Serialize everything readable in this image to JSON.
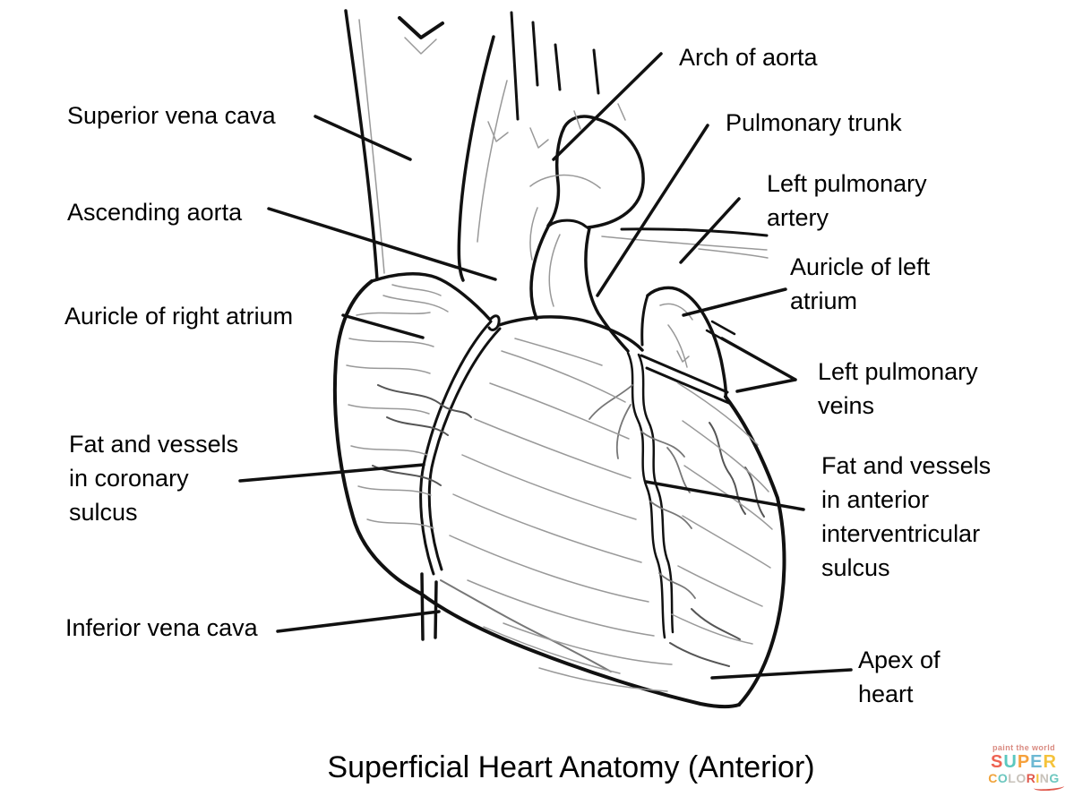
{
  "page": {
    "background": "#ffffff",
    "line_color": "#111111",
    "texture_gray": "#999999",
    "vessel_gray": "#555555"
  },
  "title": {
    "text": "Superficial Heart Anatomy (Anterior)"
  },
  "labels": [
    {
      "id": "superior-vena-cava",
      "text": "Superior vena cava"
    },
    {
      "id": "ascending-aorta",
      "text": "Ascending aorta"
    },
    {
      "id": "auricle-right-atrium",
      "text": "Auricle of right atrium"
    },
    {
      "id": "fat-coronary-sulcus",
      "text": "Fat and vessels\nin coronary\nsulcus"
    },
    {
      "id": "inferior-vena-cava",
      "text": "Inferior vena cava"
    },
    {
      "id": "arch-of-aorta",
      "text": "Arch of aorta"
    },
    {
      "id": "pulmonary-trunk",
      "text": "Pulmonary trunk"
    },
    {
      "id": "left-pulmonary-artery",
      "text": "Left pulmonary\nartery"
    },
    {
      "id": "auricle-left-atrium",
      "text": "Auricle of left\natrium"
    },
    {
      "id": "left-pulmonary-veins",
      "text": "Left pulmonary\nveins"
    },
    {
      "id": "fat-anterior-interventricular-sulcus",
      "text": "Fat and vessels\nin anterior\ninterventricular\nsulcus"
    },
    {
      "id": "apex-of-heart",
      "text": "Apex of\nheart"
    }
  ],
  "watermark": {
    "tagline": "paint the world",
    "super_letters": [
      {
        "ch": "S",
        "color": "#ee6352"
      },
      {
        "ch": "U",
        "color": "#5bc8bf"
      },
      {
        "ch": "P",
        "color": "#f6a13c"
      },
      {
        "ch": "E",
        "color": "#6db9d3"
      },
      {
        "ch": "R",
        "color": "#f5c33b"
      }
    ],
    "coloring_letters": [
      {
        "ch": "C",
        "color": "#f0a43c"
      },
      {
        "ch": "O",
        "color": "#6cc7bf"
      },
      {
        "ch": "L",
        "color": "#c8c2ba"
      },
      {
        "ch": "O",
        "color": "#c8c2ba"
      },
      {
        "ch": "R",
        "color": "#e0584c"
      },
      {
        "ch": "I",
        "color": "#f3c13b"
      },
      {
        "ch": "N",
        "color": "#c8c2ba"
      },
      {
        "ch": "G",
        "color": "#6cc7bf"
      }
    ]
  }
}
